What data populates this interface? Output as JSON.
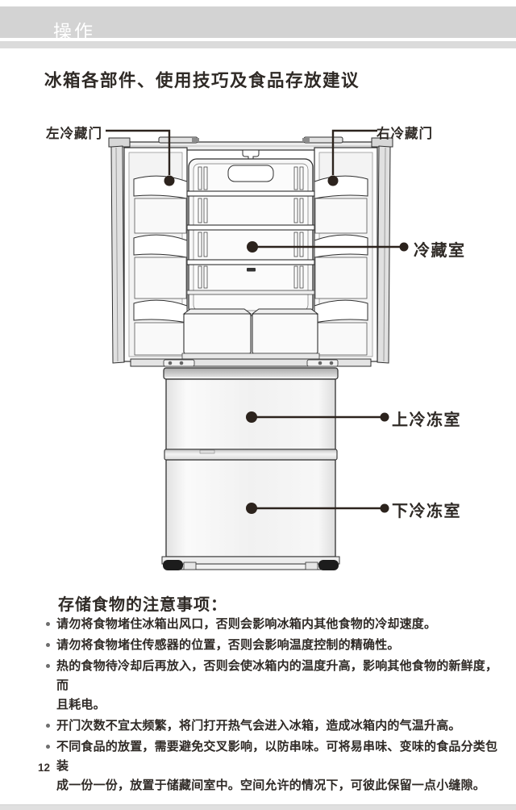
{
  "header": {
    "section_label": "操作"
  },
  "page": {
    "title": "冰箱各部件、使用技巧及食品存放建议",
    "number": "12"
  },
  "diagram": {
    "labels": {
      "left_door": "左冷藏门",
      "right_door": "右冷藏门",
      "fridge_compartment": "冷藏室",
      "upper_freezer": "上冷冻室",
      "lower_freezer": "下冷冻室"
    }
  },
  "notes": {
    "heading": "存储食物的注意事项：",
    "items": [
      "请勿将食物堵住冰箱出风口，否则会影响冰箱内其他食物的冷却速度。",
      "请勿将食物堵住传感器的位置，否则会影响温度控制的精确性。",
      "热的食物待冷却后再放入，否则会使冰箱内的温度升高，影响其他食物的新鲜度，而\n且耗电。",
      "开门次数不宜太频繁，将门打开热气会进入冰箱，造成冰箱内的气温升高。",
      "不同食品的放置，需要避免交叉影响，以防串味。可将易串味、变味的食品分类包装\n成一份一份，放置于储藏间室中。空间允许的情况下，可彼此保留一点小缝隙。"
    ]
  },
  "colors": {
    "band_gray": "#d3d3d3",
    "band_gray_light": "#dbdbdb",
    "ink": "#2f2a26",
    "line": "#2c231d",
    "footer_gray": "#e0e0e0"
  }
}
